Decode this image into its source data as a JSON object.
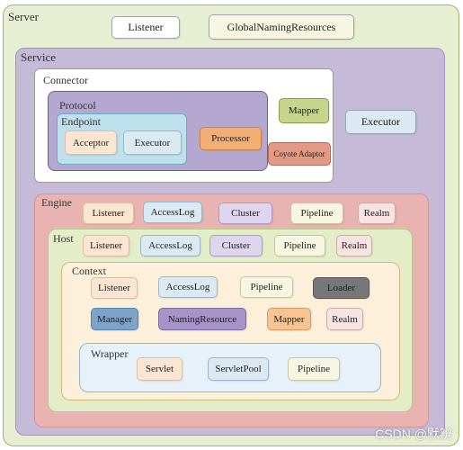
{
  "colors": {
    "server_fill": "#e7efd2",
    "server_border": "#9fb56c",
    "service_fill": "#c5bbd9",
    "service_border": "#a293c4",
    "connector_fill": "#ffffff",
    "connector_border": "#9a9a9a",
    "protocol_fill": "#b5a8d0",
    "protocol_border": "#6e5f99",
    "endpoint_fill": "#bde0ec",
    "endpoint_border": "#6fa9c4",
    "engine_fill": "#e8b3b0",
    "engine_border": "#d29591",
    "host_fill": "#e3eec9",
    "host_border": "#b6c98c",
    "context_fill": "#fdf0da",
    "context_border": "#d8b67e",
    "wrapper_fill": "#e7f1fa",
    "wrapper_border": "#95b3cf",
    "white_box": "#ffffff",
    "peach_box": "#fce6d2",
    "blue_box": "#dbe9f3",
    "lavender_box": "#ddd6ee",
    "cream_box": "#f6f6e2",
    "pink_box": "#f8e3e3",
    "orange_box": "#f3ae74",
    "olive_box": "#c6d48c",
    "brick_box": "#e29a86",
    "gray_box": "#777777",
    "steel_box": "#7ea3c8",
    "purple_box": "#a693c7",
    "apricot_box": "#f7c493"
  },
  "server": {
    "label": "Server",
    "listener": "Listener",
    "global_naming_resources": "GlobalNamingResources"
  },
  "service": {
    "label": "Service",
    "executor": "Executor",
    "connector": {
      "label": "Connector",
      "mapper": "Mapper",
      "coyote_adaptor": "Coyote Adaptor",
      "protocol": {
        "label": "Protocol",
        "processor": "Processor",
        "endpoint": {
          "label": "Endpoint",
          "acceptor": "Acceptor",
          "executor": "Executor"
        }
      }
    },
    "engine": {
      "label": "Engine",
      "listener": "Listener",
      "access_log": "AccessLog",
      "cluster": "Cluster",
      "pipeline": "Pipeline",
      "realm": "Realm",
      "host": {
        "label": "Host",
        "listener": "Listener",
        "access_log": "AccessLog",
        "cluster": "Cluster",
        "pipeline": "Pipeline",
        "realm": "Realm",
        "context": {
          "label": "Context",
          "listener": "Listener",
          "access_log": "AccessLog",
          "pipeline": "Pipeline",
          "loader": "Loader",
          "manager": "Manager",
          "naming_resource": "NamingResource",
          "mapper": "Mapper",
          "realm": "Realm",
          "wrapper": {
            "label": "Wrapper",
            "servlet": "Servlet",
            "servlet_pool": "ServletPool",
            "pipeline": "Pipeline"
          }
        }
      }
    }
  },
  "watermark": "CSDN @默辨"
}
